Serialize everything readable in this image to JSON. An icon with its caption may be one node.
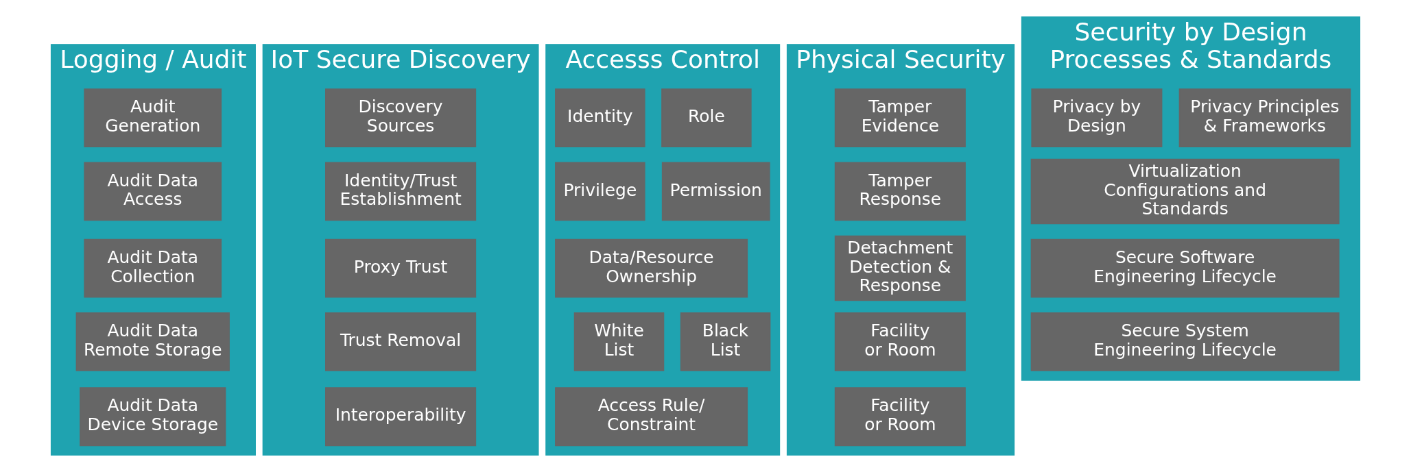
{
  "diagram": {
    "nodes": [
      {
        "text": [
          "Logging / Audit"
        ]
      },
      {
        "text": [
          "Audit Generation"
        ],
        "in": 0
      },
      {
        "text": [
          "Audit Data Access"
        ],
        "in": 0
      },
      {
        "text": [
          "Audit Data Collection"
        ],
        "in": 0
      },
      {
        "text": [
          "Audit Data Remote Storage"
        ],
        "in": 0
      },
      {
        "text": [
          "Audit Data Device Storage"
        ],
        "in": 0
      },
      {
        "text": [
          "IoT Secure Discovery"
        ]
      },
      {
        "text": [
          "Discovery Sources"
        ],
        "in": 6
      },
      {
        "text": [
          "Identity/Trust Establishment"
        ],
        "in": 6
      },
      {
        "text": [
          "Proxy Trust"
        ],
        "in": 6
      },
      {
        "text": [
          "Trust Removal"
        ],
        "in": 6
      },
      {
        "text": [
          "Interoperability"
        ],
        "in": 6
      },
      {
        "text": [
          "Accesss Control"
        ]
      },
      {
        "text": [
          "Identity"
        ],
        "in": 12
      },
      {
        "text": [
          "Role"
        ],
        "in": 12
      },
      {
        "text": [
          "Privilege"
        ],
        "in": 12
      },
      {
        "text": [
          "Permission"
        ],
        "in": 12
      },
      {
        "text": [
          "Data/Resource Ownership"
        ],
        "in": 12
      },
      {
        "text": [
          "White List"
        ],
        "in": 12
      },
      {
        "text": [
          "Black List"
        ],
        "in": 12
      },
      {
        "text": [
          "Access Rule/ Constraint"
        ],
        "in": 12
      },
      {
        "text": [
          "Physical Security"
        ]
      },
      {
        "text": [
          "Tamper Evidence"
        ],
        "in": 21
      },
      {
        "text": [
          "Tamper Response"
        ],
        "in": 21
      },
      {
        "text": [
          "Detachment Detection & Response"
        ],
        "in": 21
      },
      {
        "text": [
          "Facility or Room"
        ],
        "in": 21
      },
      {
        "text": [
          "Facility or Room"
        ],
        "in": 21
      },
      {
        "text": [
          "Security by Design Processes & Standards"
        ]
      },
      {
        "text": [
          "Privacy by Design"
        ],
        "in": 27
      },
      {
        "text": [
          "Privacy Principles & Frameworks"
        ],
        "in": 27
      },
      {
        "text": [
          "Virtualization Configurations and Standards"
        ],
        "in": 27
      },
      {
        "text": [
          "Secure Software Engineering Lifecycle"
        ],
        "in": 27
      },
      {
        "text": [
          "Secure System Engineering Lifecycle"
        ],
        "in": 27
      }
    ],
    "edges": []
  }
}
